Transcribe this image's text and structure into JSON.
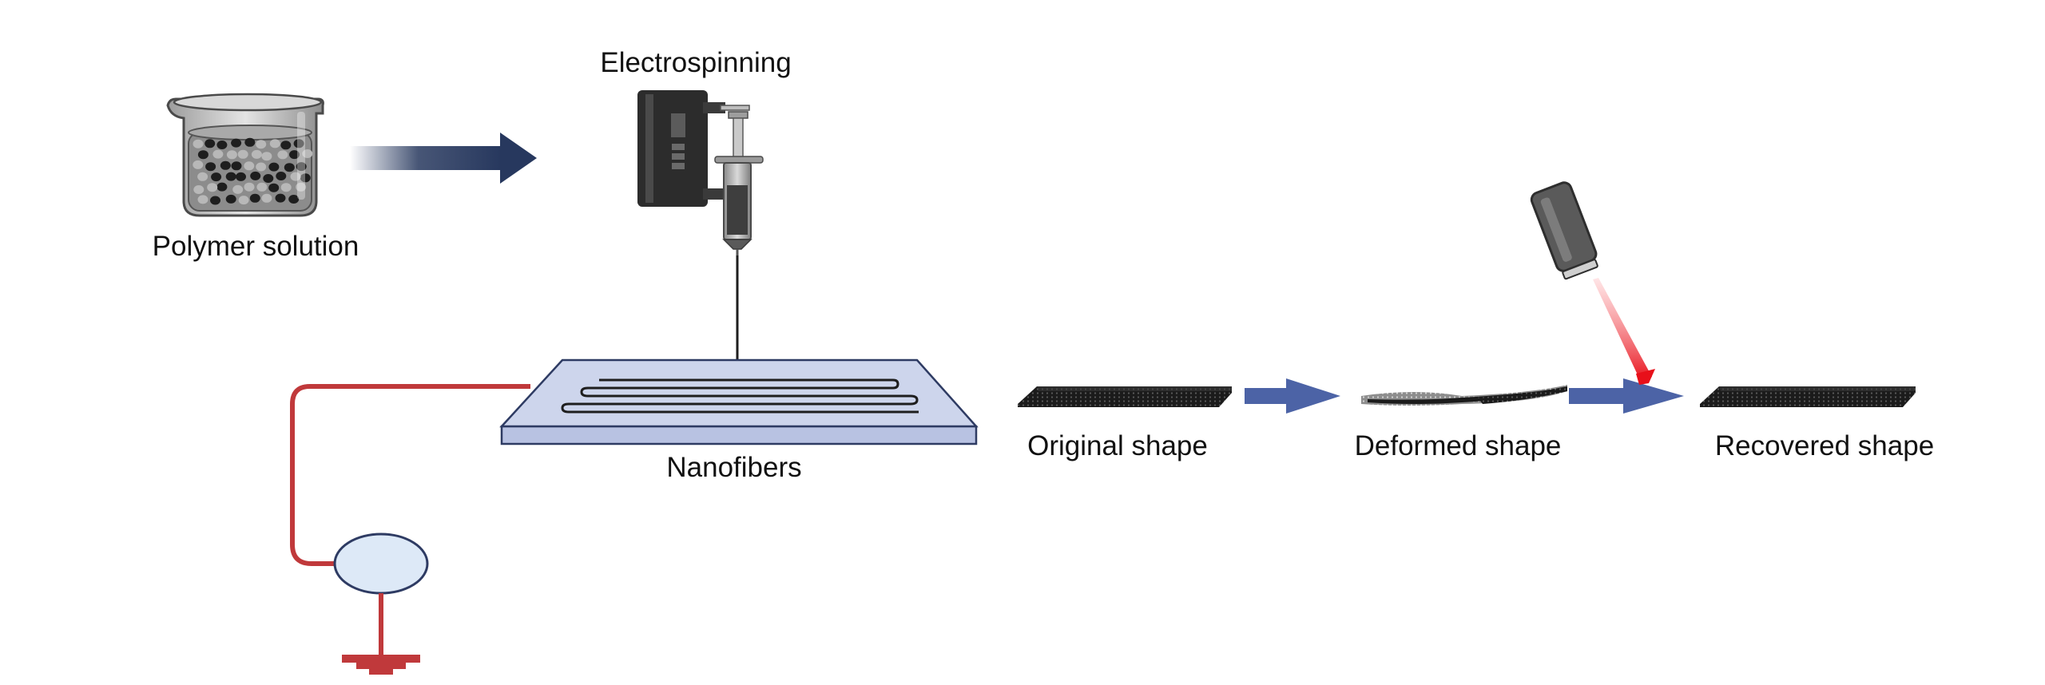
{
  "labels": {
    "polymer_solution": "Polymer solution",
    "electrospinning": "Electrospinning",
    "nanofibers": "Nanofibers",
    "original_shape": "Original shape",
    "deformed_shape": "Deformed shape",
    "recovered_shape": "Recovered shape"
  },
  "colors": {
    "arrow_dark": "#27385e",
    "arrow_blue": "#4c63a6",
    "wire_red": "#c0393b",
    "collector_fill": "#cdd5ec",
    "collector_stroke": "#2e3b63",
    "power_fill": "#dde9f7",
    "laser_red": "#e8101a",
    "sheet_dark": "#1b1b1b"
  },
  "icons": [
    "beaker-icon",
    "syringe-pump-icon",
    "laser-pointer-icon",
    "ground-symbol-icon"
  ]
}
